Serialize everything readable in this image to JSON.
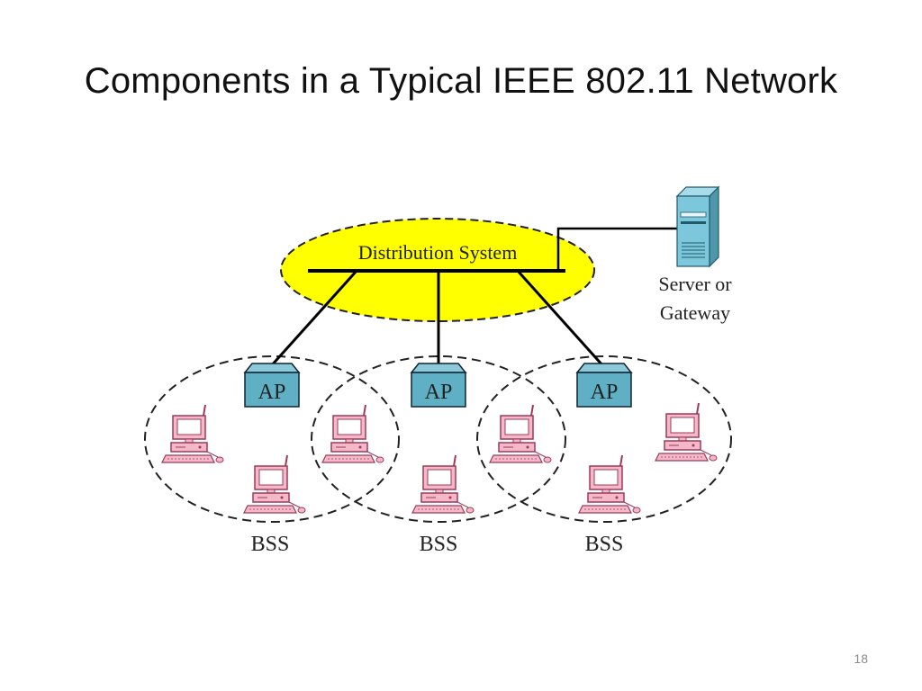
{
  "slide": {
    "title": "Components in a Typical IEEE 802.11 Network",
    "page_number": "18"
  },
  "diagram": {
    "distribution_system_label": "Distribution System",
    "server_label_line1": "Server or",
    "server_label_line2": "Gateway",
    "access_points": [
      {
        "label": "AP"
      },
      {
        "label": "AP"
      },
      {
        "label": "AP"
      }
    ],
    "bss_labels": [
      "BSS",
      "BSS",
      "BSS"
    ],
    "colors": {
      "distribution_system_fill": "#ffff00",
      "ap_fill": "#5fb0c4",
      "server_fill": "#7cc7dc",
      "computer_fill": "#f4b8c8",
      "line": "#000000"
    }
  }
}
